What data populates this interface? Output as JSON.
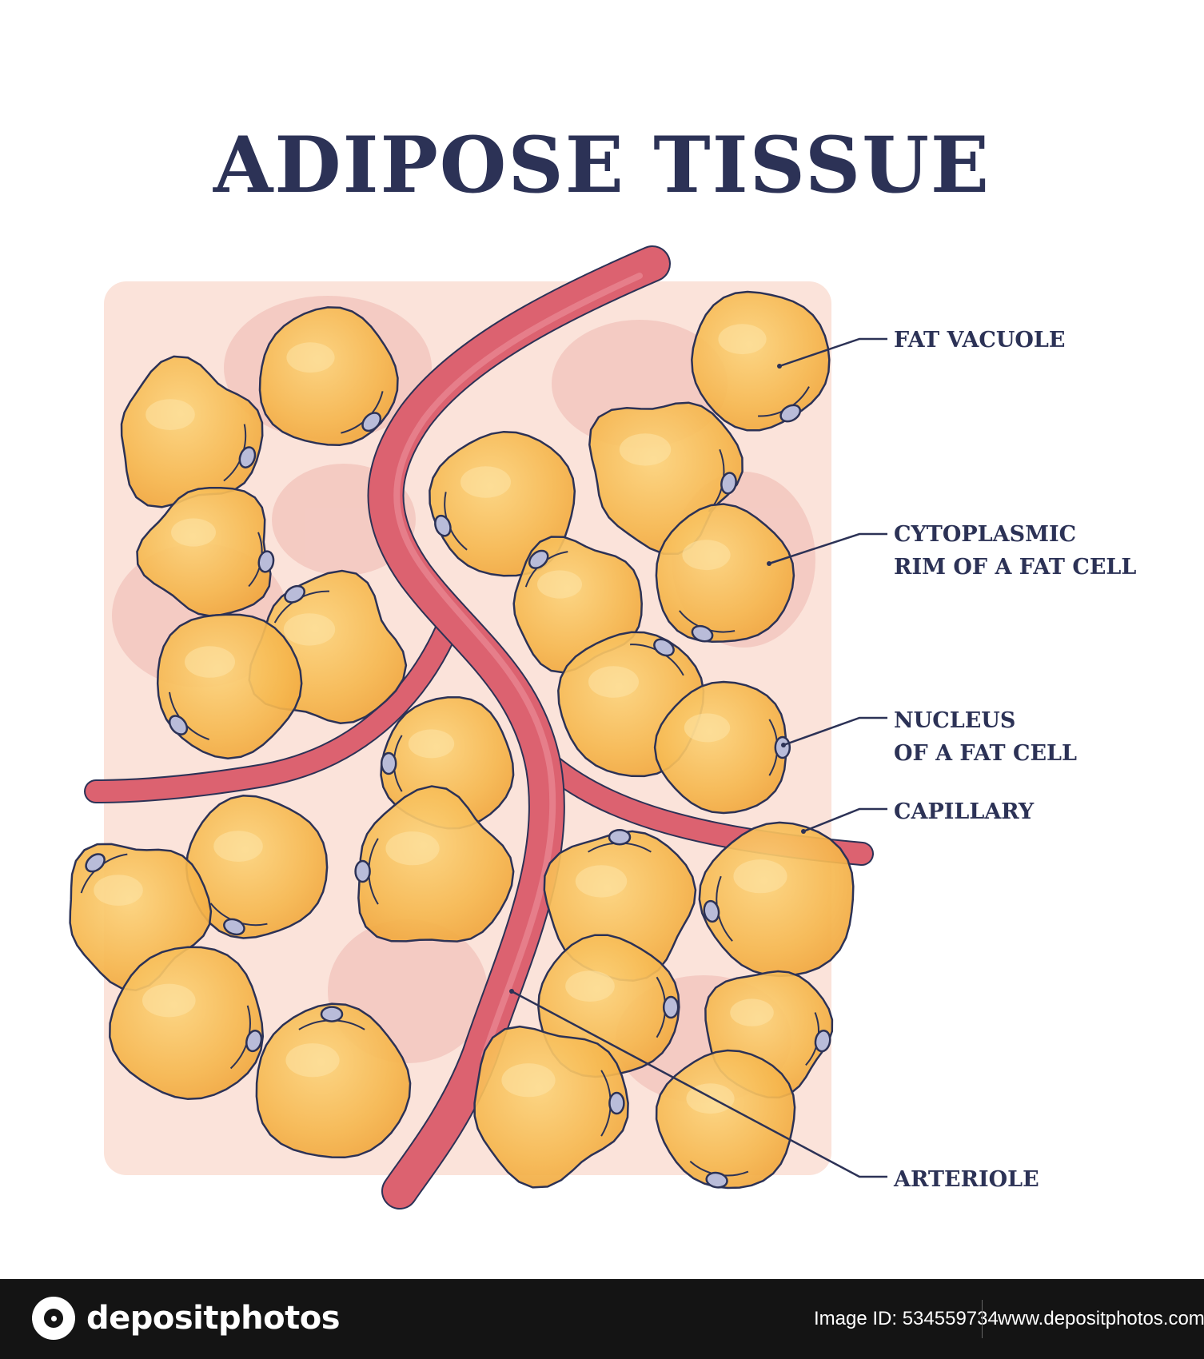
{
  "title": "ADIPOSE TISSUE",
  "labels": {
    "fat_vacuole": "FAT VACUOLE",
    "cytoplasmic_rim_line1": "CYTOPLASMIC",
    "cytoplasmic_rim_line2": "RIM OF A FAT CELL",
    "nucleus_line1": "NUCLEUS",
    "nucleus_line2": "OF A FAT CELL",
    "capillary": "CAPILLARY",
    "arteriole": "ARTERIOLE"
  },
  "footer": {
    "logo_text": "depositphotos",
    "image_id": "Image ID: 534559734",
    "url": "www.depositphotos.com"
  },
  "colors": {
    "background_tissue": "#fbe3da",
    "cell_fill": "#f6b850",
    "cell_outline": "#2c3256",
    "nucleus_fill": "#b9bcd9",
    "vessel_fill": "#dc6270",
    "title_color": "#2c3256",
    "footer_bg": "#141414"
  },
  "icons": [
    "depositphotos-logo-icon"
  ]
}
